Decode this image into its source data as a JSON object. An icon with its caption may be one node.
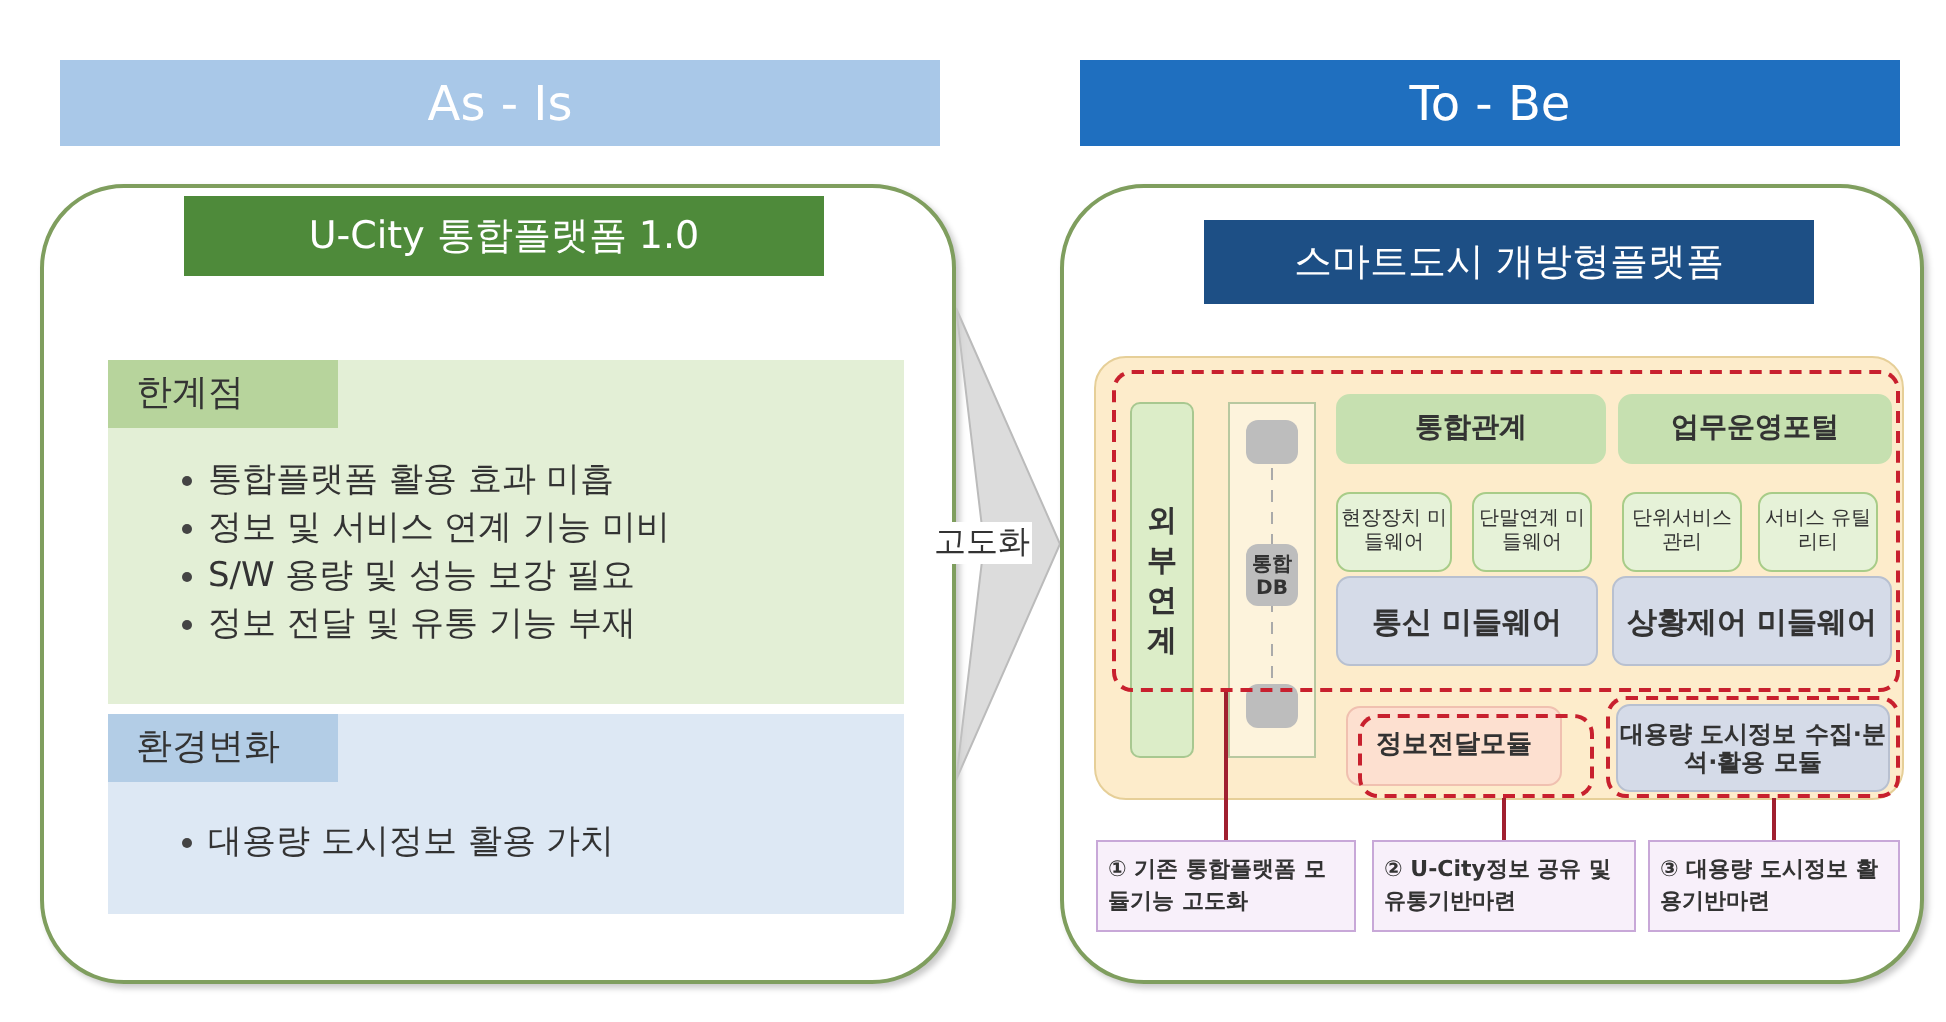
{
  "diagram": {
    "nodes": [
      {
        "text": [
          "As - Is"
        ]
      },
      {
        "text": [
          "To - Be"
        ]
      },
      {
        "text": [],
        "shape": "box"
      },
      {
        "text": [
          "U-City 통합플랫폼 1.0"
        ],
        "in": 2
      },
      {
        "text": [
          "한계점",
          "통합플랫폼 활용 효과 미흡",
          "정보 및 서비스 연계 기능 미비",
          "S/W 용량 및 성능 보강 필요",
          "정보 전달 및 유통 기능 부재"
        ],
        "in": 2
      },
      {
        "text": [
          "환경변화",
          "대용량 도시정보 활용 가치"
        ],
        "in": 2
      },
      {
        "text": [],
        "shape": "box"
      },
      {
        "text": [
          "스마트도시 개방형플랫폼"
        ],
        "in": 6
      },
      {
        "text": [],
        "shape": "box",
        "in": 6
      },
      {
        "text": [],
        "shape": "box",
        "in": 8
      },
      {
        "text": [
          "외부연계"
        ],
        "in": 8
      },
      {
        "text": [
          "통합 DB"
        ],
        "in": 8
      },
      {
        "text": [
          "통합관계"
        ],
        "in": 9
      },
      {
        "text": [
          "업무운영포털"
        ],
        "in": 9
      },
      {
        "text": [
          "현장장치 미들웨어"
        ],
        "in": 9
      },
      {
        "text": [
          "단말연계 미들웨어"
        ],
        "in": 9
      },
      {
        "text": [
          "단위서비스 관리"
        ],
        "in": 9
      },
      {
        "text": [
          "서비스 유틸리티"
        ],
        "in": 9
      },
      {
        "text": [
          "통신 미들웨어"
        ],
        "in": 9
      },
      {
        "text": [
          "상황제어 미들웨어"
        ],
        "in": 9
      },
      {
        "text": [
          "정보전달모듈"
        ],
        "in": 8
      },
      {
        "text": [],
        "shape": "box",
        "in": 8
      },
      {
        "text": [],
        "shape": "box",
        "in": 8
      },
      {
        "text": [
          "대용량 도시정보 수집·분석·활용 모듈"
        ],
        "in": 22
      },
      {
        "text": [
          "① 기존 통합플랫폼 모듈기능 고도화"
        ],
        "in": 6
      },
      {
        "text": [
          "② U-City정보 공유 및 유통기반마련"
        ],
        "in": 6
      },
      {
        "text": [
          "③ 대용량 도시정보 활용기반마련"
        ],
        "in": 6
      }
    ],
    "edges": [
      {
        "from": 2,
        "to": 6,
        "arrow": "to",
        "label": "고도화"
      },
      {
        "from": 9,
        "to": 24,
        "arrow": "none",
        "color": "#a02030"
      },
      {
        "from": 21,
        "to": 25,
        "arrow": "none",
        "color": "#a02030"
      },
      {
        "from": 22,
        "to": 26,
        "arrow": "none",
        "color": "#a02030"
      }
    ]
  }
}
